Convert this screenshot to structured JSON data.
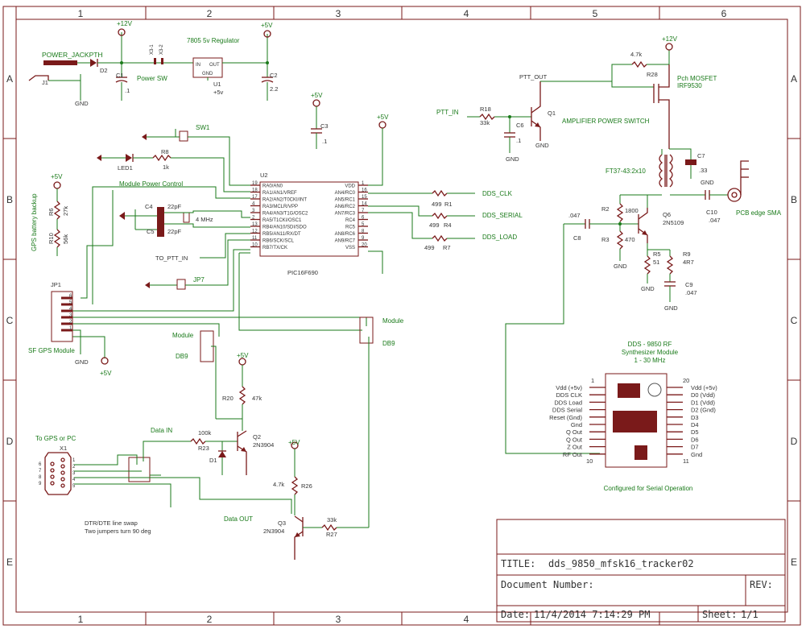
{
  "frame": {
    "columns": [
      "1",
      "2",
      "3",
      "4",
      "5",
      "6"
    ],
    "rows": [
      "A",
      "B",
      "C",
      "D",
      "E"
    ]
  },
  "labels": {
    "power_jack": "POWER_JACKPTH",
    "j1": "J1",
    "d2": "D2",
    "c1": "C1",
    "c1v": ".1",
    "power_sw": "Power SW",
    "x3_1": "X3-1",
    "x3_2": "X3-2",
    "reg_title": "7805 5v Regulator",
    "reg_in": "IN",
    "reg_out": "OUT",
    "reg_gnd": "GND",
    "u1": "U1",
    "u1v": "+5v",
    "c2": "C2",
    "c2v": "2.2",
    "gnd": "GND",
    "p12": "+12V",
    "p5": "+5V",
    "c3": "C3",
    "c3v": ".1",
    "sw1": "SW1",
    "led1": "LED1",
    "r8": "R8",
    "r8v": "1k",
    "u2": "U2",
    "u2name": "PIC16F690",
    "mod_power": "Module Power Control",
    "c4": "C4",
    "c5": "C5",
    "c4v": "22pF",
    "c5v": "22pF",
    "xtal": "4 MHz",
    "to_ptt": "TO_PTT_IN",
    "jp7": "JP7",
    "gps_backup": "GPS battery backup",
    "r6": "R6",
    "r6v": "27k",
    "r10": "R10",
    "r10v": "56k",
    "jp1": "JP1",
    "sf_gps": "SF GPS Module",
    "module": "Module",
    "db9": "DB9",
    "r1": "R1",
    "r4": "R4",
    "r7": "R7",
    "r499": "499",
    "dds_clk": "DDS_CLK",
    "dds_serial": "DDS_SERIAL",
    "dds_load": "DDS_LOAD",
    "ptt_in": "PTT_IN",
    "ptt_out": "PTT_OUT",
    "r18": "R18",
    "r18v": "33k",
    "c6": "C6",
    "c6v": ".1",
    "q1": "Q1",
    "amp_switch": "AMPLIFIER POWER SWITCH",
    "r28": "R28",
    "r28v": "4.7k",
    "mosfet1": "Pch  MOSFET",
    "mosfet2": "IRF9530",
    "c7": "C7",
    "c7v": ".33",
    "ft37": "FT37-43:2x10",
    "c10": "C10",
    "c10v": ".047",
    "pcb_sma": "PCB edge SMA",
    "r2": "R2",
    "r2v": "1800",
    "r3": "R3",
    "r3v": "470",
    "c8": "C8",
    "c8v": ".047",
    "q6": "Q6",
    "q6v": "2N5109",
    "r5": "R5",
    "r5v": "51",
    "r9": "R9",
    "r9v": "4R7",
    "c9": "C9",
    "c9v": ".047",
    "dds_title1": "DDS - 9850 RF",
    "dds_title2": "Synthesizer Module",
    "dds_title3": "1 - 30 MHz",
    "dds_note": "Configured for Serial Operation",
    "rf_out": "RF Out",
    "to_gps": "To GPS or PC",
    "x1": "X1",
    "data_in": "Data IN",
    "data_out": "Data OUT",
    "r23": "R23",
    "r23v": "100k",
    "d1": "D1",
    "r20": "R20",
    "r20v": "47k",
    "q2": "Q2",
    "q2v": "2N3904",
    "r26": "R26",
    "r26v": "4.7k",
    "q3": "Q3",
    "q3v": "2N3904",
    "r27": "R27",
    "r27v": "33k",
    "swap1": "DTR/DTE line swap",
    "swap2": "Two jumpers turn 90 deg"
  },
  "pic_pins_left": [
    {
      "name": "RA0/AN0",
      "num": "19"
    },
    {
      "name": "RA1/AN1/VREF",
      "num": "18"
    },
    {
      "name": "RA2/AN2/T0CKI/INT",
      "num": "17"
    },
    {
      "name": "RA3/MCLR/VPP",
      "num": "4"
    },
    {
      "name": "RA4/AN3/T1G/OSC2",
      "num": "3"
    },
    {
      "name": "RA5/T1CKI/OSC1",
      "num": "2"
    },
    {
      "name": "RB4/AN10/SDI/SDO",
      "num": "13"
    },
    {
      "name": "RB5/AN11/RX/DT",
      "num": "12"
    },
    {
      "name": "RB6/SCK/SCL",
      "num": "11"
    },
    {
      "name": "RB7/TX/CK",
      "num": "10"
    }
  ],
  "pic_pins_right": [
    {
      "name": "VDD",
      "num": "1"
    },
    {
      "name": "AN4/RC0",
      "num": "16"
    },
    {
      "name": "AN5/RC1",
      "num": "15"
    },
    {
      "name": "AN6/RC2",
      "num": "14"
    },
    {
      "name": "AN7/RC3",
      "num": "7"
    },
    {
      "name": "RC4",
      "num": "6"
    },
    {
      "name": "RC5",
      "num": "5"
    },
    {
      "name": "AN8/RC6",
      "num": "8"
    },
    {
      "name": "AN9/RC7",
      "num": "9"
    },
    {
      "name": "VSS",
      "num": "20"
    }
  ],
  "dds_left": [
    "Vdd (+5v)",
    "DDS CLK",
    "DDS Load",
    "DDS Serial",
    "Reset (Gnd)",
    "Gnd",
    "Q Out",
    "Q Out",
    "Z Out",
    "RF Out"
  ],
  "dds_right": [
    "Vdd (+5v)",
    "D0 (Vdd)",
    "D1 (Vdd)",
    "D2 (Gnd)",
    "D3",
    "D4",
    "D5",
    "D6",
    "D7",
    "Gnd"
  ],
  "dds_pin_nums": {
    "tl": "1",
    "tr": "20",
    "bl": "10",
    "br": "11"
  },
  "jp1_pins": [
    "6",
    "5",
    "4",
    "3",
    "2",
    "1"
  ],
  "x1_pins": [
    "6",
    "7",
    "8",
    "9",
    "1",
    "2",
    "3",
    "4",
    "5"
  ],
  "title_block": {
    "title_label": "TITLE:",
    "title_value": "dds_9850_mfsk16_tracker02",
    "docnum_label": "Document Number:",
    "rev_label": "REV:",
    "date_label": "Date:",
    "date_value": "11/4/2014  7:14:29  PM",
    "sheet_label": "Sheet:",
    "sheet_value": "1/1"
  }
}
